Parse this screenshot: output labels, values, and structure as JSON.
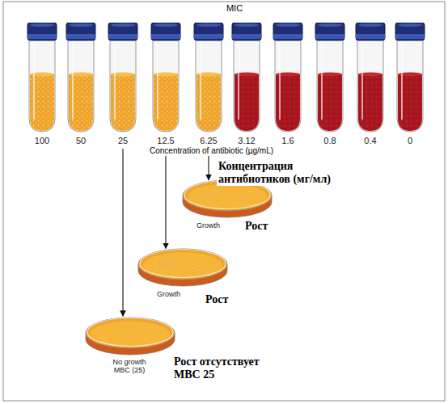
{
  "diagram": {
    "nodes": [
      {
        "text": [
          "100"
        ]
      },
      {
        "text": [
          "50"
        ]
      },
      {
        "text": [
          "25"
        ]
      },
      {
        "text": [
          "12.5"
        ]
      },
      {
        "text": [
          "6.25"
        ]
      },
      {
        "text": [
          "3.12"
        ]
      },
      {
        "text": [
          "1.6"
        ]
      },
      {
        "text": [
          "0.8"
        ]
      },
      {
        "text": [
          "0.4"
        ]
      },
      {
        "text": [
          "0"
        ]
      },
      {
        "text": [
          "Growth",
          "Рост"
        ]
      },
      {
        "text": [
          "Growth",
          "Рост"
        ]
      },
      {
        "text": [
          "No growth MBC (25)",
          "Рост отсутствует МВС 25"
        ]
      }
    ],
    "edges": [
      {
        "from": 4,
        "to": 10,
        "arrow": "to"
      },
      {
        "from": 3,
        "to": 11,
        "arrow": "to"
      },
      {
        "from": 2,
        "to": 12,
        "arrow": "to"
      }
    ],
    "labels": [
      "MIC",
      "Concentration of antibiotic (µg/mL)",
      "Концентрация антибиотиков (мг/мл)"
    ]
  }
}
